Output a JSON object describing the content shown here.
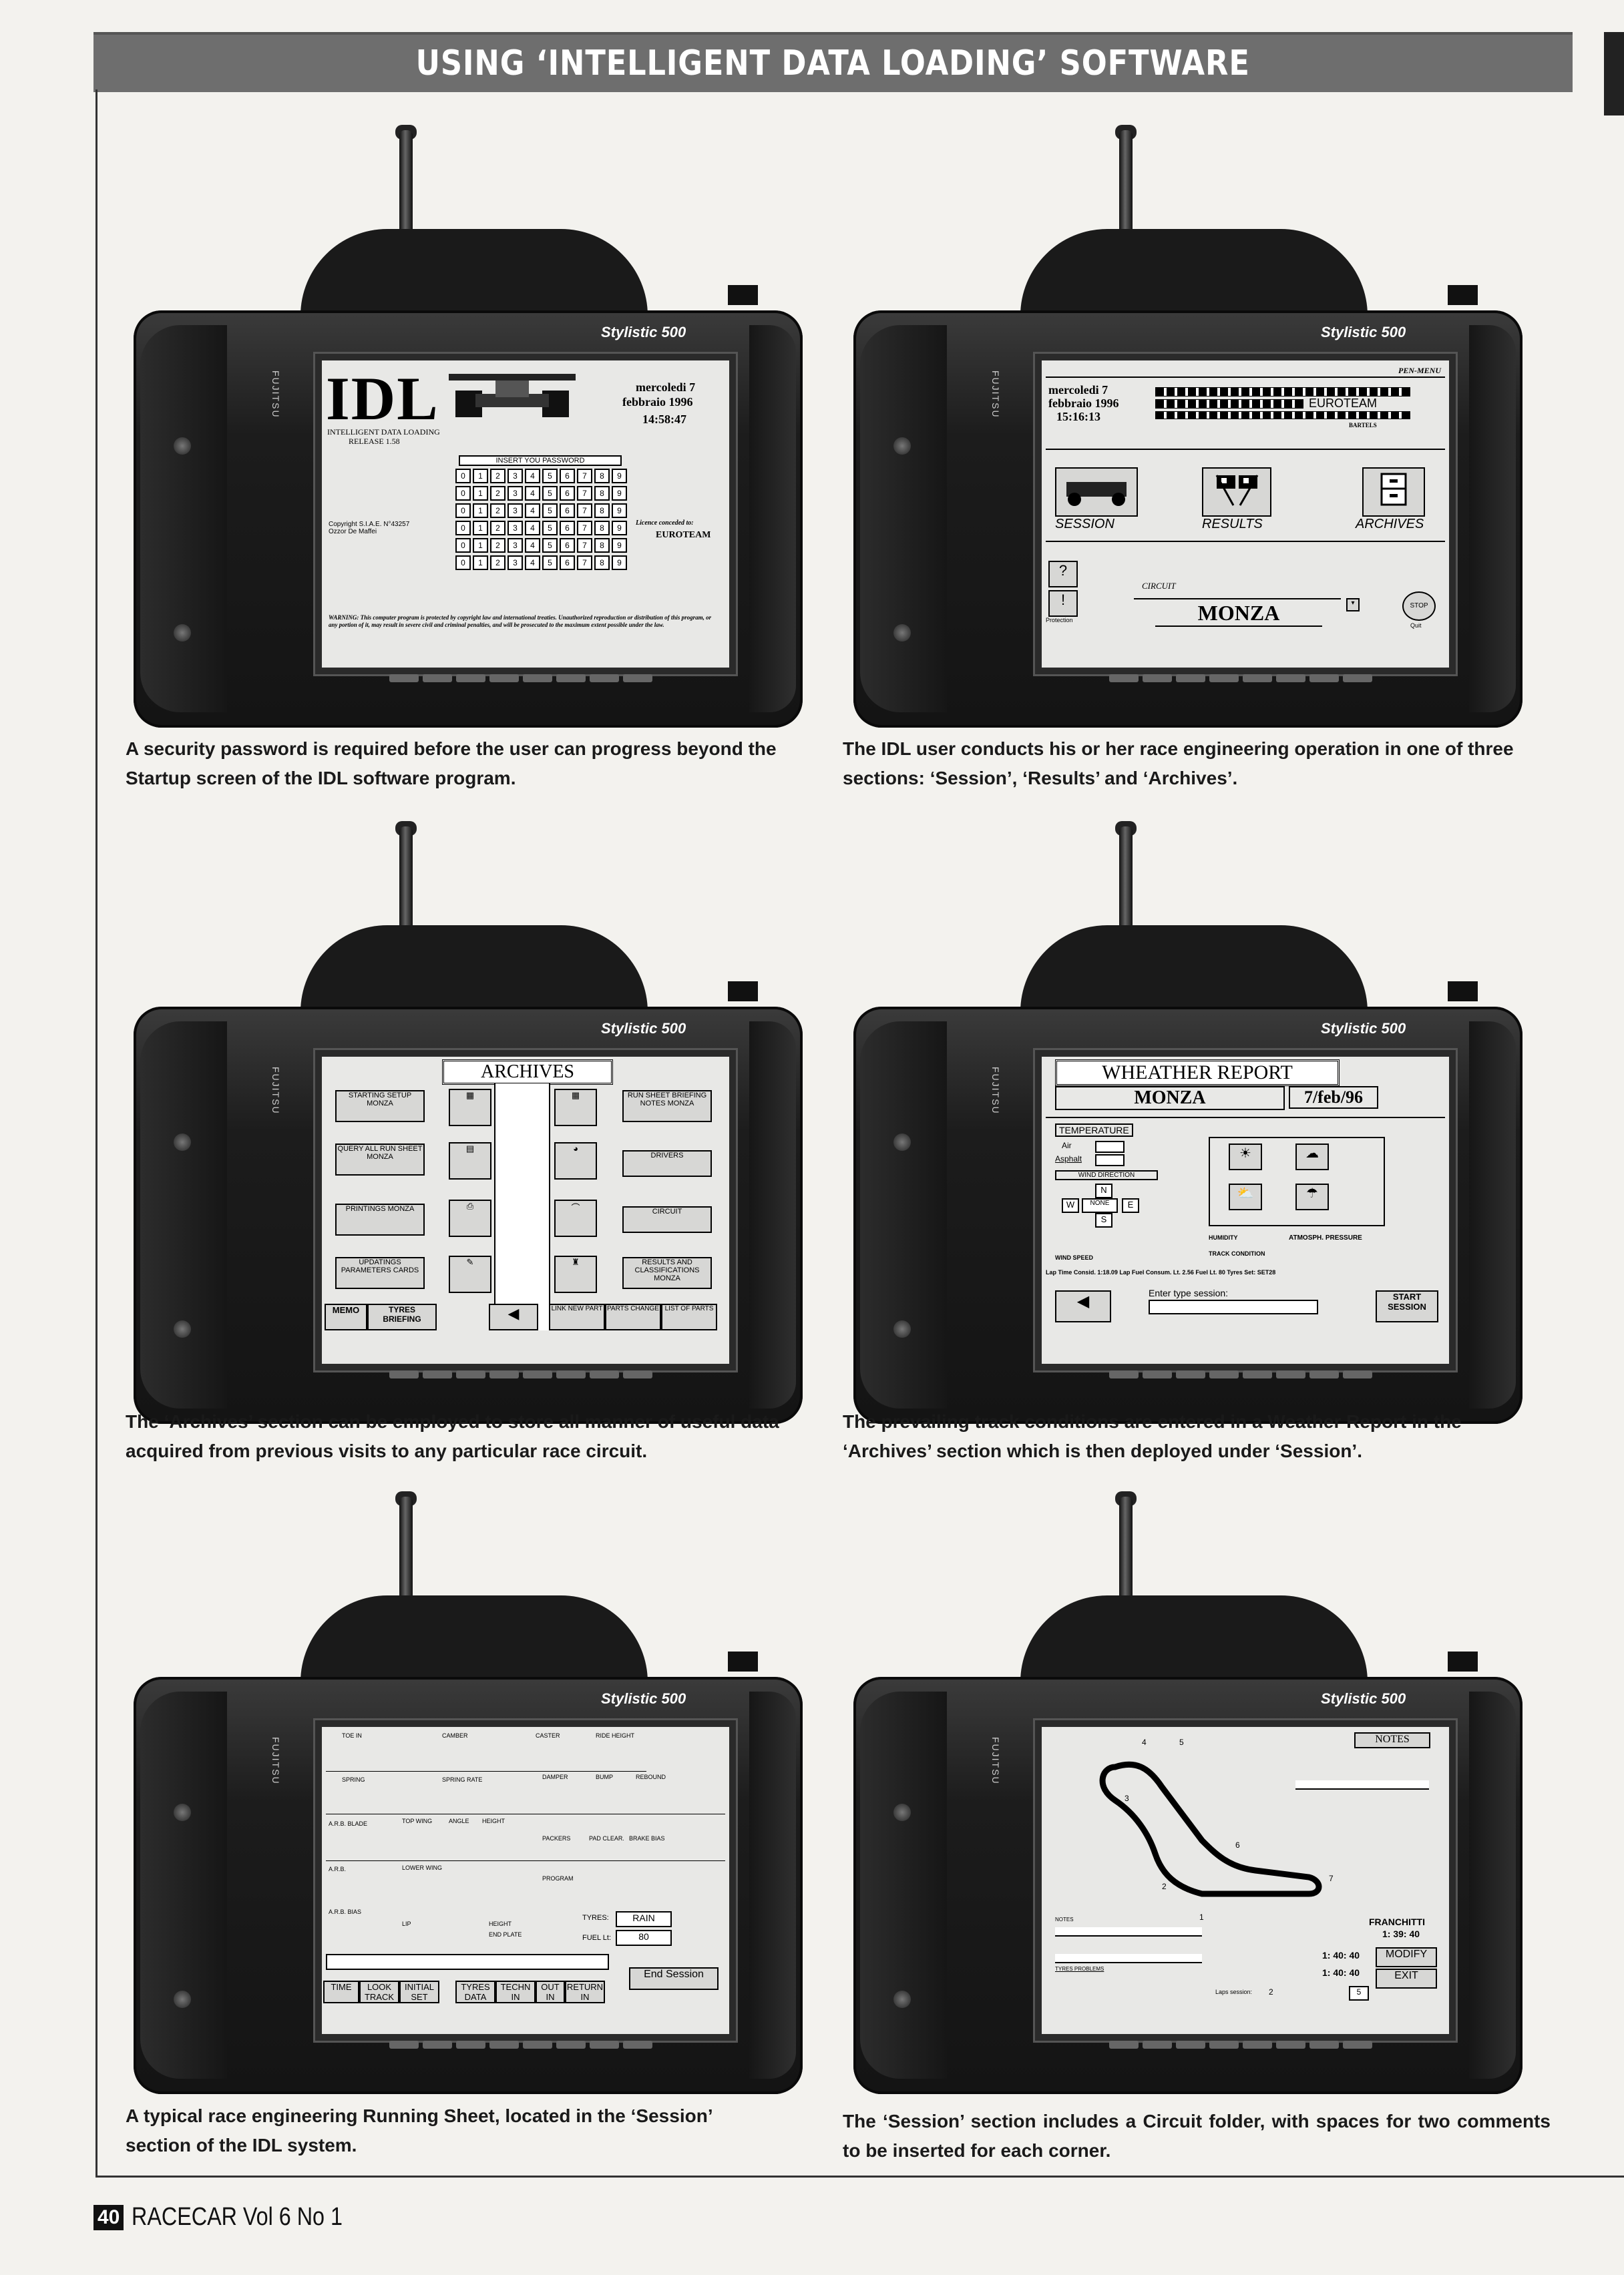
{
  "header": {
    "title": "USING ‘INTELLIGENT DATA LOADING’ SOFTWARE"
  },
  "device_brand": "Stylistic 500",
  "device_maker": "FUJITSU",
  "panels": [
    {
      "screen": {
        "logo": "IDL",
        "subtitle": "INTELLIGENT DATA LOADING",
        "release": "RELEASE 1.58",
        "date_line1": "mercoledi 7",
        "date_line2": "febbraio 1996",
        "time": "14:58:47",
        "password_title": "INSERT YOU PASSWORD",
        "digits": "0123456789",
        "copyright": "Copyright S.I.A.E. N°43257 Ozzor De Maffei",
        "licence": "Licence conceded to:",
        "licensee": "EUROTEAM",
        "warning": "WARNING: This computer program is protected by copyright law and international treaties. Unauthorized reproduction or distribution of this program, or any portion of it, may result in severe civil and criminal penalties, and will be prosecuted to the maximum extent possible under the law."
      },
      "caption": "A security password is required before the user can progress beyond the Startup screen of the IDL software program."
    },
    {
      "screen": {
        "menu": "PEN-MENU",
        "date_line1": "mercoledi 7",
        "date_line2": "febbraio 1996",
        "time": "15:16:13",
        "team": "EUROTEAM",
        "driver": "BARTELS",
        "sections": [
          "SESSION",
          "RESULTS",
          "ARCHIVES"
        ],
        "circuit_label": "CIRCUIT",
        "circuit": "MONZA",
        "protection": "Protection",
        "quit": "Quit"
      },
      "caption": "The IDL user conducts his or her race engineering operation in one of three sections: ‘Session’, ‘Results’ and ‘Archives’."
    },
    {
      "screen": {
        "title": "ARCHIVES",
        "left_items": [
          "STARTING SETUP MONZA",
          "QUERY ALL RUN SHEET MONZA",
          "PRINTINGS MONZA",
          "UPDATINGS PARAMETERS CARDS"
        ],
        "right_items": [
          "RUN SHEET BRIEFING NOTES MONZA",
          "DRIVERS",
          "CIRCUIT",
          "RESULTS AND CLASSIFICATIONS MONZA"
        ],
        "bottom": [
          "MEMO",
          "TYRES BRIEFING",
          "LINK NEW PART",
          "PARTS CHANGE",
          "LIST OF PARTS"
        ]
      },
      "caption": "The ‘Archives’ section can be employed to store all manner of useful data acquired from previous visits to any particular race circuit."
    },
    {
      "screen": {
        "title": "WHEATHER REPORT",
        "circuit": "MONZA",
        "date": "7/feb/96",
        "temperature": "TEMPERATURE",
        "air": "Air",
        "asphalt": "Asphalt",
        "wind_direction": "WIND DIRECTION",
        "compass": [
          "N",
          "W",
          "NONE",
          "E",
          "S"
        ],
        "humidity": "HUMIDITY",
        "pressure": "ATMOSPH. PRESSURE",
        "track_condition": "TRACK CONDITION",
        "wind_speed": "WIND SPEED",
        "stats_line": "Lap Time Consid. 1:18.09   Lap Fuel Consum. Lt. 2.56   Fuel Lt. 80   Tyres Set: SET28",
        "enter_session": "Enter type session:",
        "start_session": "START SESSION"
      },
      "caption": "The prevailing track conditions are entered in a Weather Report in the ‘Archives’ section which is then deployed under ‘Session’."
    },
    {
      "screen": {
        "headers": [
          "TOE IN",
          "CAMBER",
          "CASTER",
          "RIDE HEIGHT"
        ],
        "rows": [
          "SPRING",
          "SPRING RATE",
          "DAMPER",
          "BUMP",
          "REBOUND",
          "A.R.B. BLADE",
          "TOP WING",
          "ANGLE",
          "HEIGHT",
          "PACKERS",
          "PAD CLEAR.",
          "BRAKE BIAS",
          "A.R.B.",
          "LOWER WING",
          "PROGRAM",
          "A.R.B. BIAS",
          "LIP",
          "HEIGHT",
          "END PLATE"
        ],
        "tyres_label": "TYRES:",
        "tyres": "RAIN",
        "fuel_label": "FUEL Lt:",
        "fuel": "80",
        "bottom": [
          "TIME",
          "LOOK TRACK",
          "INITIAL SET",
          "TYRES DATA",
          "TECHN IN",
          "OUT IN",
          "RETURN IN",
          "End Session"
        ]
      },
      "caption": "A typical race engineering Running Sheet, located in the ‘Session’ section of the IDL system."
    },
    {
      "screen": {
        "notes": "NOTES",
        "corners": [
          "1",
          "2",
          "3",
          "4",
          "5",
          "6",
          "7"
        ],
        "driver": "FRANCHITTI",
        "time1": "1: 39: 40",
        "time2": "1: 40: 40",
        "time3": "1: 40: 40",
        "modify": "MODIFY",
        "exit": "EXIT",
        "laps_label": "Laps session:",
        "laps": "2",
        "position": "5",
        "notes_label": "NOTES",
        "problems": "TYRES PROBLEMS"
      },
      "caption": "The ‘Session’ section includes a Circuit folder, with spaces for two comments to be inserted for each corner."
    }
  ],
  "footer": {
    "page": "40",
    "magazine": "RACECAR Vol 6 No 1"
  }
}
